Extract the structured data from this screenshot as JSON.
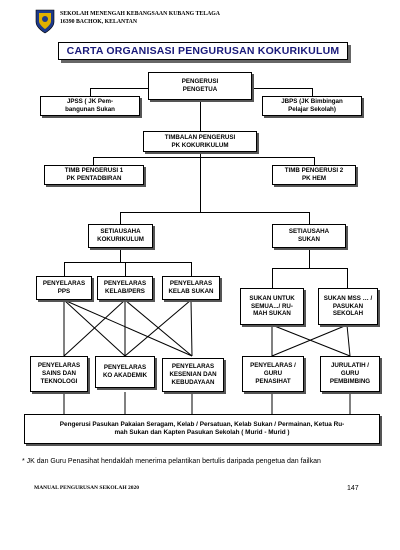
{
  "header": {
    "school_line1": "SEKOLAH MENENGAH KEBANGSAAN KUBANG TELAGA",
    "school_line2": "16390 BACHOK, KELANTAN"
  },
  "title": "CARTA ORGANISASI PENGURUSAN KOKURIKULUM",
  "nodes": {
    "pengerusi": "PENGERUSI\nPENGETUA",
    "jpss": "JPSS ( JK Pem-\nbangunan Sukan",
    "jbps": "JBPS (JK Bimbingan\nPelajar Sekolah)",
    "timbalan": "TIMBALAN PENGERUSI\nPK KOKURIKULUM",
    "timb1": "TIMB PENGERUSI 1\nPK PENTADBIRAN",
    "timb2": "TIMB PENGERUSI 2\nPK HEM",
    "setiausaha_koko": "SETIAUSAHA\nKOKURIKULUM",
    "setiausaha_sukan": "SETIAUSAHA\nSUKAN",
    "pps": "PENYELARAS\nPPS",
    "kelab_pers": "PENYELARAS\nKELAB/PERS",
    "kelab_sukan": "PENYELARAS\nKELAB SUKAN",
    "sukan_semua": "SUKAN UNTUK\nSEMUA.../ RU-\nMAH SUKAN",
    "sukan_mss": "SUKAN MSS … /\nPASUKAN\nSEKOLAH",
    "sains": "PENYELARAS\nSAINS DAN\nTEKNOLOGI",
    "ko_akademik": "PENYELARAS\nKO AKADEMIK",
    "kesenian": "PENYELARAS\nKESENIAN DAN\nKEBUDAYAAN",
    "guru_penasihat": "PENYELARAS /\nGURU\nPENASIHAT",
    "jurulatih": "JURULATIH /\nGURU\nPEMBIMBING",
    "bottom": "Pengerusi Pasukan Pakaian Seragam, Kelab / Persatuan, Kelab Sukan / Permainan, Ketua Ru-\nmah Sukan dan Kapten Pasukan Sekolah ( Murid - Murid )"
  },
  "note": "* JK dan Guru Penasihat hendaklah menerima pelantikan bertulis daripada pengetua dan failkan",
  "footer": {
    "left": "MANUAL PENGURUSAN SEKOLAH 2020",
    "page": "147"
  },
  "colors": {
    "title_text": "#1a1a7a",
    "logo_primary": "#1e3a8a",
    "logo_accent": "#e0b000"
  }
}
